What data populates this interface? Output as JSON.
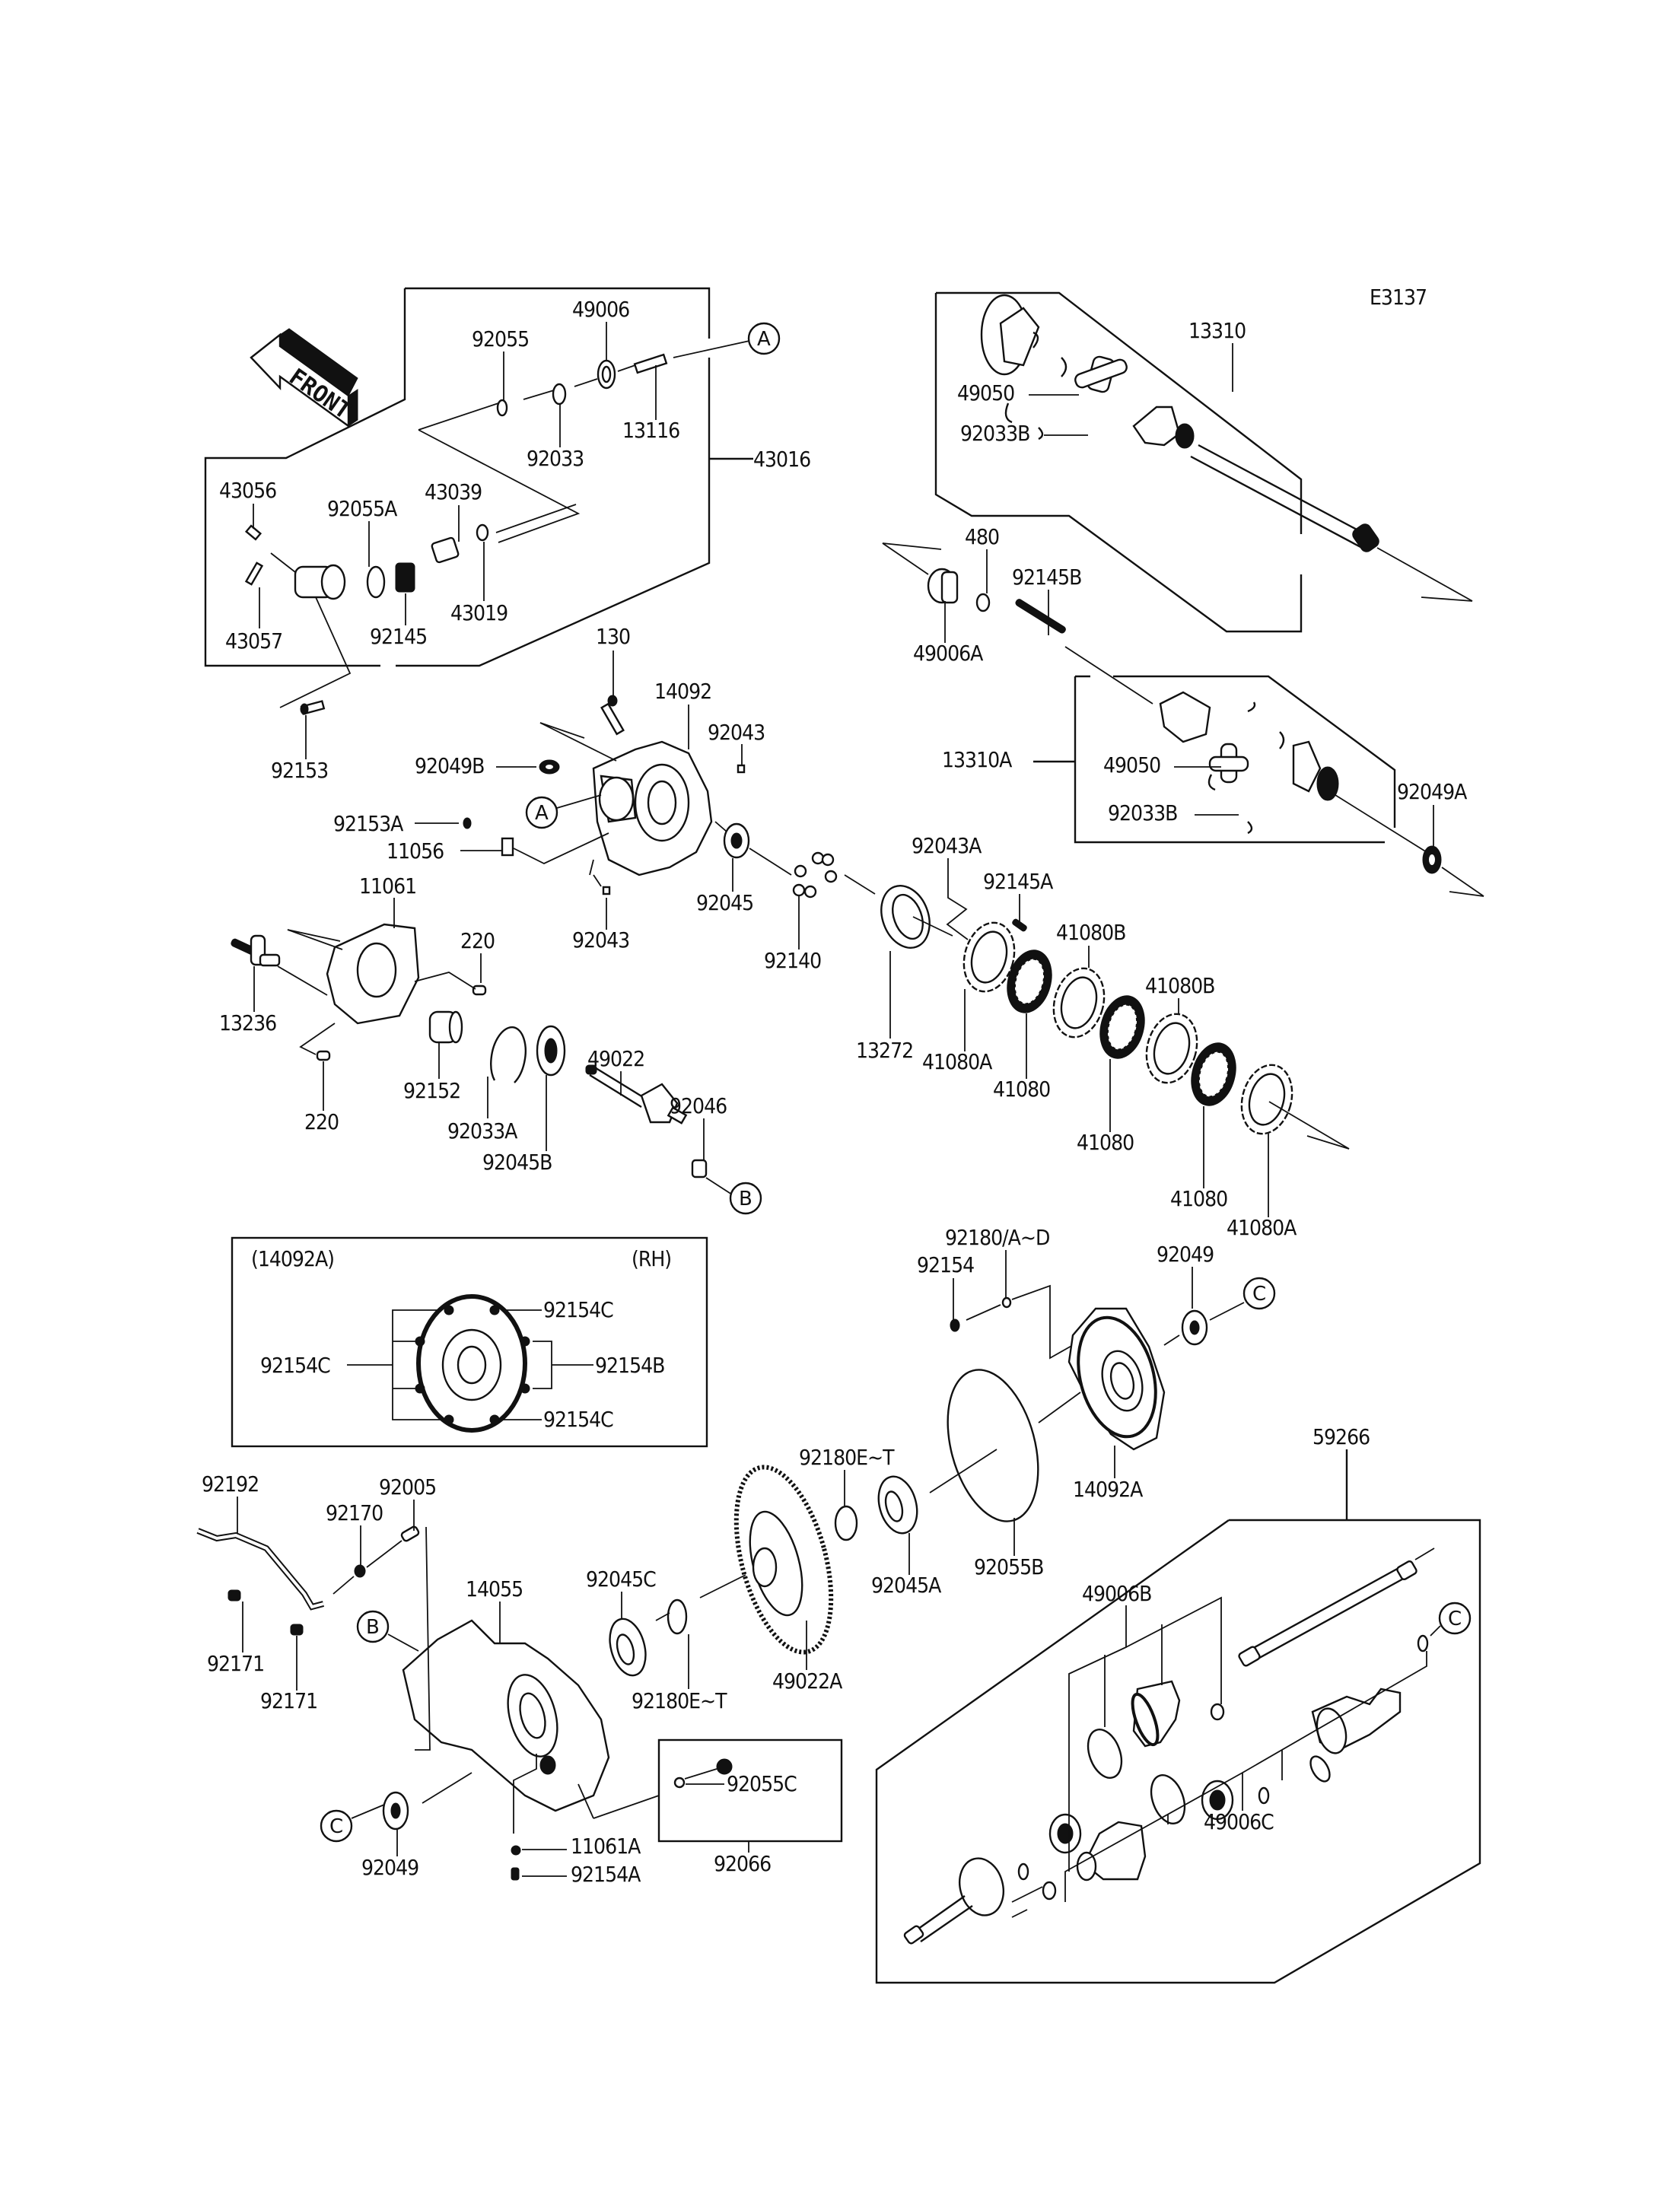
{
  "diagram_id": "E3137",
  "front_sign": "FRONT",
  "refs": {
    "A": "A",
    "B": "B",
    "C": "C"
  },
  "inset": {
    "title": "(14092A)",
    "side": "(RH)",
    "labels": [
      "92154C",
      "92154C",
      "92154B",
      "92154C"
    ]
  },
  "labels": {
    "p13310": "13310",
    "p49050a": "49050",
    "p92033Ba": "92033B",
    "p49006": "49006",
    "p92055": "92055",
    "p92033": "92033",
    "p13116": "13116",
    "p43016": "43016",
    "p43056": "43056",
    "p92055A": "92055A",
    "p43039": "43039",
    "p43057": "43057",
    "p92145": "92145",
    "p43019": "43019",
    "p92153": "92153",
    "p130": "130",
    "p14092": "14092",
    "p92043a": "92043",
    "p92049B": "92049B",
    "p92153A": "92153A",
    "p11056": "11056",
    "p92043b": "92043",
    "p92045": "92045",
    "p92140": "92140",
    "p480": "480",
    "p92145B": "92145B",
    "p49006A": "49006A",
    "p13310A": "13310A",
    "p49050b": "49050",
    "p92033Bb": "92033B",
    "p92049A": "92049A",
    "p92043A": "92043A",
    "p92145A": "92145A",
    "p41080Ba": "41080B",
    "p41080Bb": "41080B",
    "p11061": "11061",
    "p220a": "220",
    "p13236": "13236",
    "p220b": "220",
    "p92152": "92152",
    "p92033A": "92033A",
    "p49022": "49022",
    "p92046": "92046",
    "p92045B": "92045B",
    "p13272": "13272",
    "p41080Aa": "41080A",
    "p41080a": "41080",
    "p41080b": "41080",
    "p41080c": "41080",
    "p41080Ab": "41080A",
    "p92180AD": "92180/A~D",
    "p92154": "92154",
    "p92049a": "92049",
    "p14092A": "14092A",
    "p59266": "59266",
    "p92180ETa": "92180E~T",
    "p92045A": "92045A",
    "p92055B": "92055B",
    "p92192": "92192",
    "p92170": "92170",
    "p92005": "92005",
    "p14055": "14055",
    "p92045C": "92045C",
    "p92180ETb": "92180E~T",
    "p49022A": "49022A",
    "p92171a": "92171",
    "p92171b": "92171",
    "p92055C": "92055C",
    "p92066": "92066",
    "p11061A": "11061A",
    "p92154A": "92154A",
    "p92049b": "92049",
    "p49006B": "49006B",
    "p49006C": "49006C"
  }
}
